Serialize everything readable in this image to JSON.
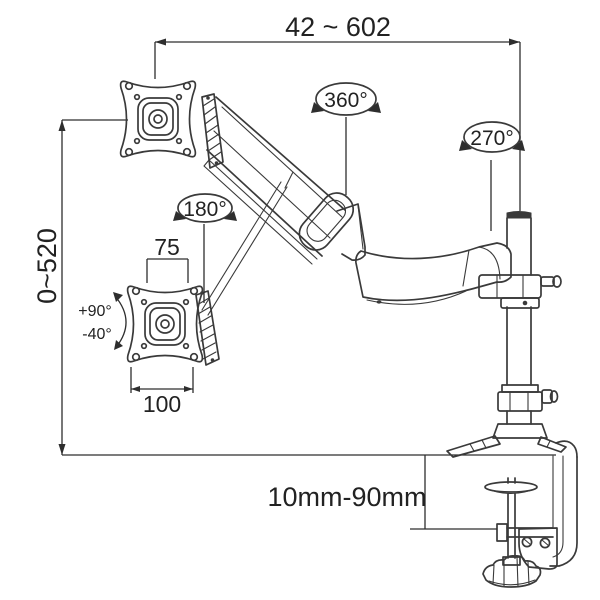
{
  "labels": {
    "reach_range": "42 ~ 602",
    "height_range": "0~520",
    "swivel_360": "360°",
    "pole_rotation_270": "270°",
    "arm_rotation_180": "180°",
    "vesa_hole_75": "75",
    "vesa_hole_100": "100",
    "tilt_up": "+90°",
    "tilt_down": "-40°",
    "clamp_thickness_range": "10mm-90mm"
  },
  "colors": {
    "line": "#3a3a3a",
    "text": "#222222",
    "background": "#ffffff"
  }
}
